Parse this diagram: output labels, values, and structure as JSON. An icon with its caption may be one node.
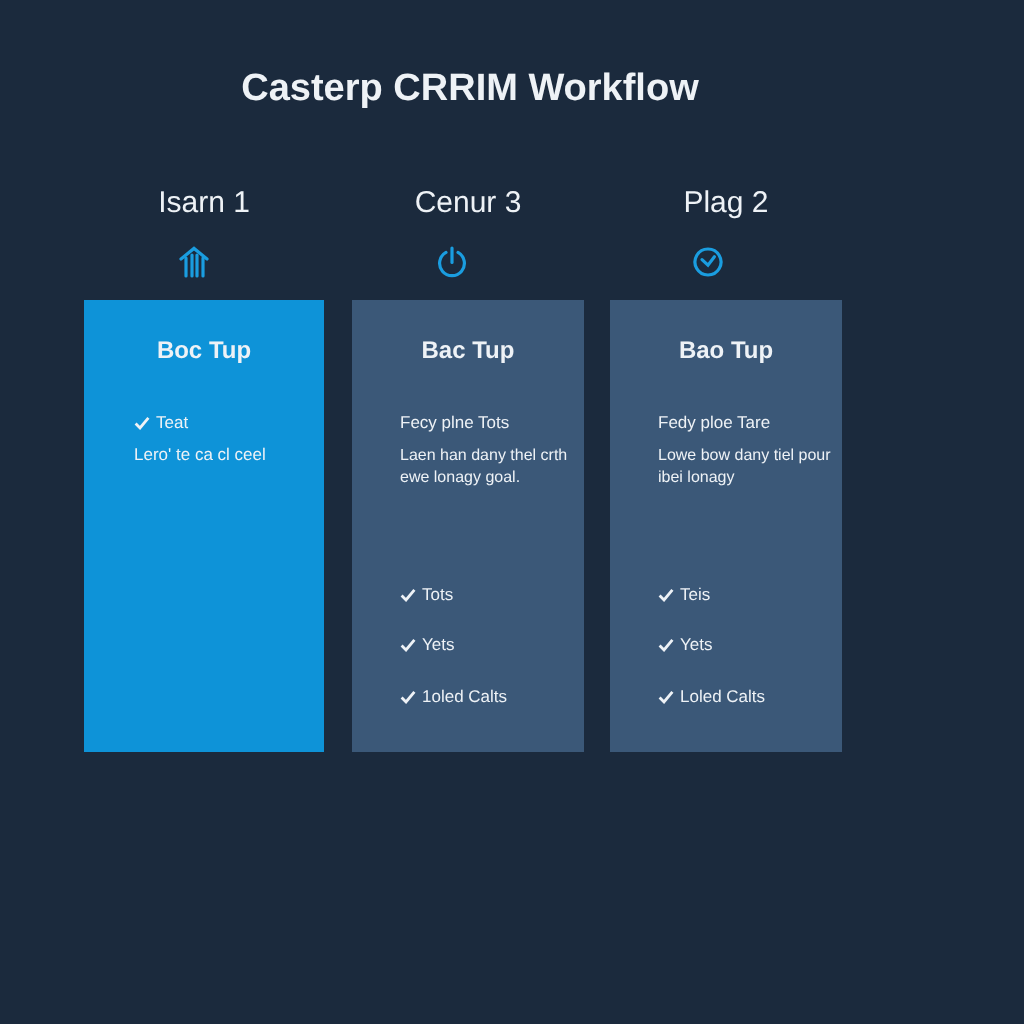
{
  "diagram": {
    "title": "Casterp CRRIM Workflow",
    "nodes": [
      {
        "text": [
          "Isarn 1",
          "Boc Tup",
          "Teat",
          "Lero' te ca cl ceel"
        ]
      },
      {
        "text": [
          "Cenur 3",
          "Bac Tup",
          "Fecy plne Tots",
          "Laen han dany thel crth ewe lonagy goal.",
          "Tots",
          "Yets",
          "1oled Calts"
        ]
      },
      {
        "text": [
          "Plag 2",
          "Bao Tup",
          "Fedy ploe Tare",
          "Lowe bow dany tiel pour ibei lonagy",
          "Teis",
          "Yets",
          "Loled Calts"
        ]
      }
    ]
  }
}
